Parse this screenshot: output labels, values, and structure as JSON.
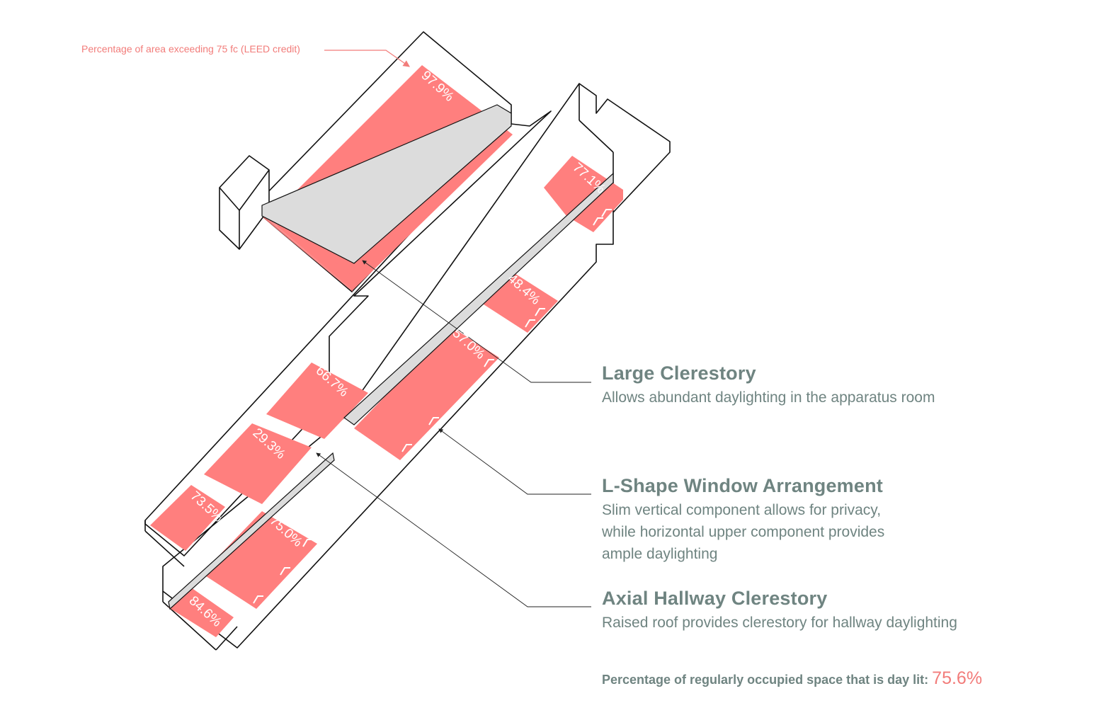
{
  "colors": {
    "accent": "#f27c7a",
    "highlight": "#ff7f7e",
    "text": "#6f8481",
    "outline": "#111111"
  },
  "leed_label": "Percentage of area exceeding 75 fc (LEED credit)",
  "zones": [
    {
      "label": "97.9%"
    },
    {
      "label": "77.1%"
    },
    {
      "label": "48.4%"
    },
    {
      "label": "57.0%"
    },
    {
      "label": "66.7%"
    },
    {
      "label": "29.3%"
    },
    {
      "label": "73.5%"
    },
    {
      "label": "75.0%"
    },
    {
      "label": "84.6%"
    }
  ],
  "features": [
    {
      "title": "Large Clerestory",
      "lines": [
        "Allows abundant daylighting in the apparatus room"
      ]
    },
    {
      "title": "L-Shape Window Arrangement",
      "lines": [
        "Slim vertical component allows for privacy,",
        "while horizontal upper component provides",
        "ample daylighting"
      ]
    },
    {
      "title": "Axial Hallway Clerestory",
      "lines": [
        "Raised roof provides clerestory for hallway daylighting"
      ]
    }
  ],
  "summary": {
    "label": "Percentage of regularly occupied space that is day lit:",
    "value": "75.6%"
  }
}
